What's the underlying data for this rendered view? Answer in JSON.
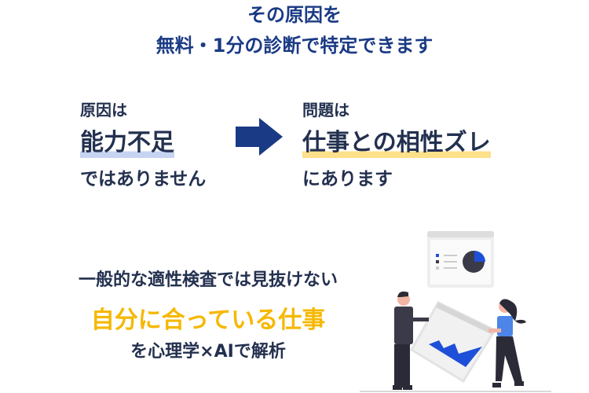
{
  "header": {
    "line1": "その原因を",
    "line2": "無料・1分の診断で特定できます"
  },
  "left_block": {
    "intro": "原因は",
    "emphasis": "能力不足",
    "outro": "ではありません"
  },
  "right_block": {
    "intro": "問題は",
    "emphasis": "仕事との相性ズレ",
    "outro": "にあります"
  },
  "bottom": {
    "line1": "一般的な適性検査では見抜けない",
    "highlight": "自分に合っている仕事",
    "line3": "を心理学×AIで解析"
  },
  "colors": {
    "navy": "#1a3a85",
    "text": "#23304f",
    "gold": "#f5b800",
    "blue": "#1e4fd8"
  }
}
